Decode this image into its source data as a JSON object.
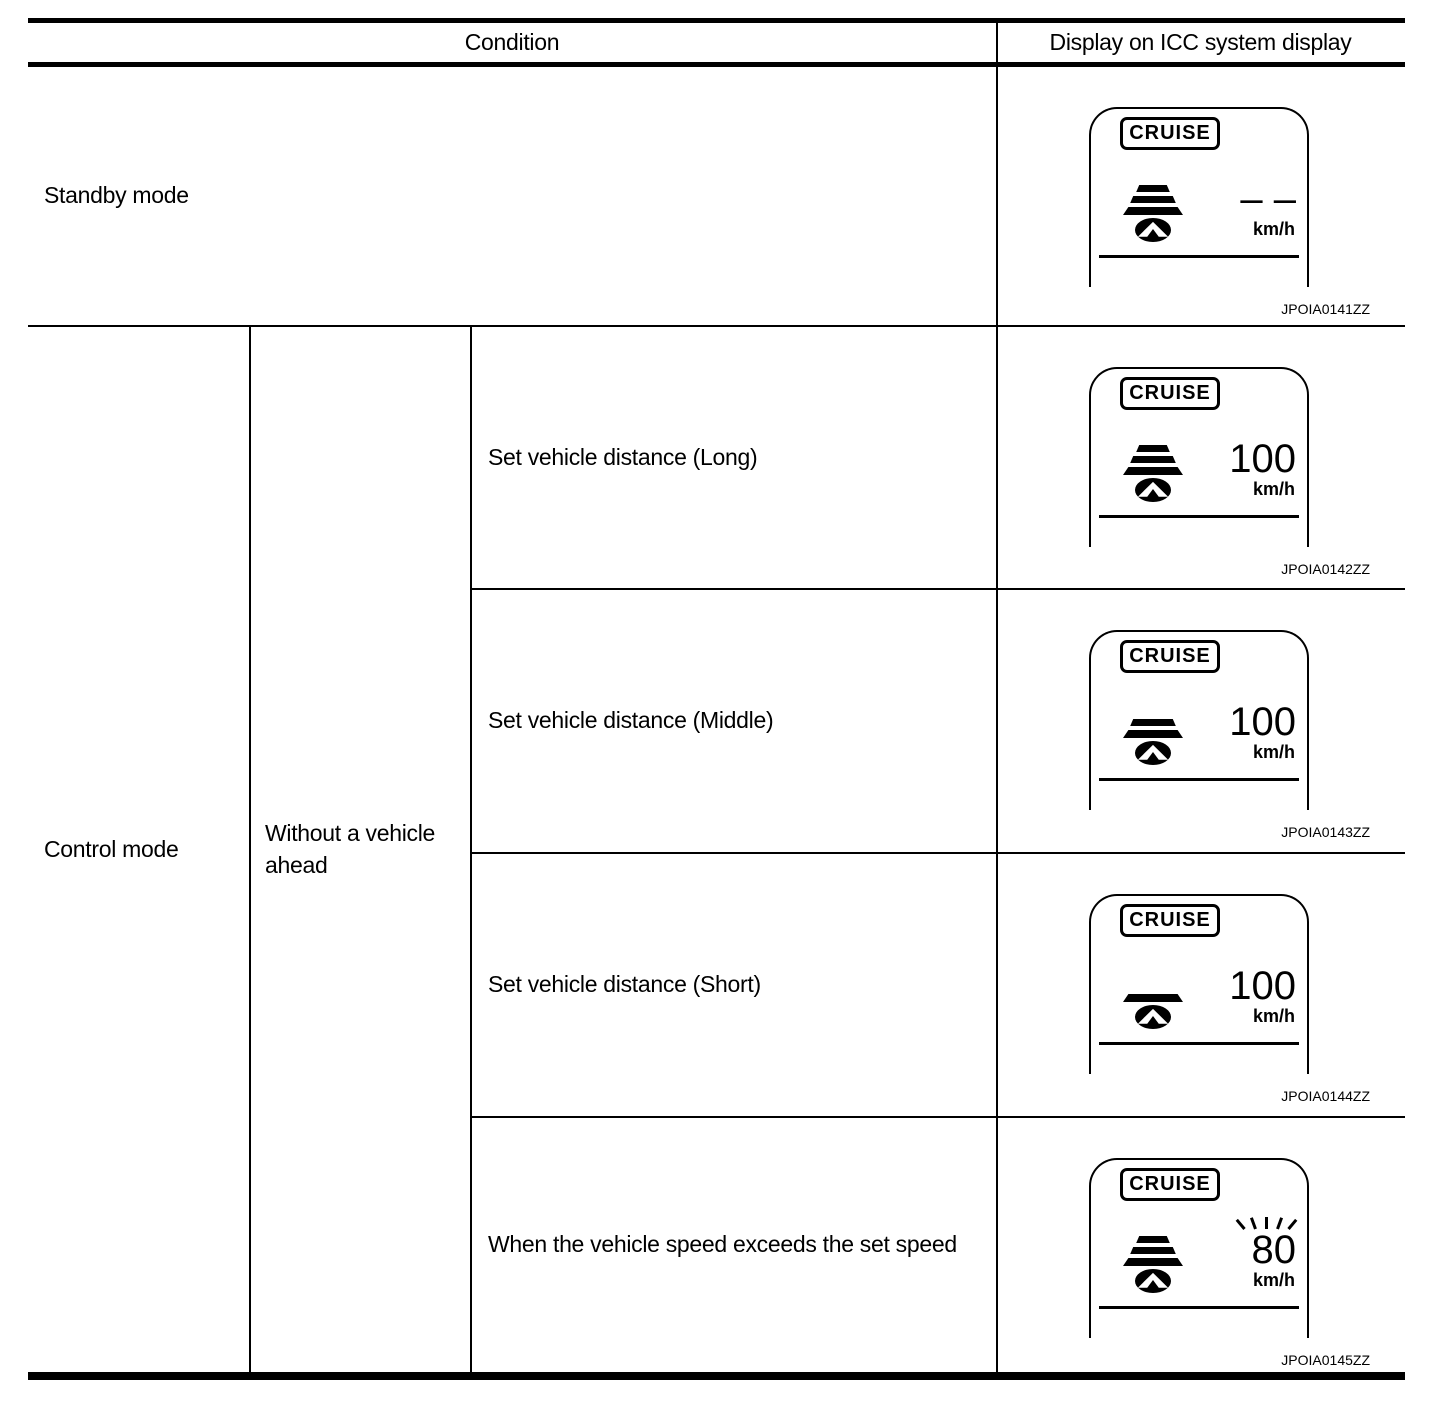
{
  "header": {
    "condition": "Condition",
    "display": "Display on ICC system display"
  },
  "standby_row": {
    "label": "Standby mode",
    "display": {
      "badge": "CRUISE",
      "distance_bars": 3,
      "speed": "– –",
      "unit": "km/h",
      "blink": false,
      "caption": "JPOIA0141ZZ"
    }
  },
  "control_group": {
    "mode_label": "Control mode",
    "condition_label": "Without a vehicle ahead",
    "sub_rows": [
      {
        "label": "Set vehicle distance (Long)",
        "display": {
          "badge": "CRUISE",
          "distance_bars": 3,
          "speed": "100",
          "unit": "km/h",
          "blink": false,
          "caption": "JPOIA0142ZZ"
        }
      },
      {
        "label": "Set vehicle distance (Middle)",
        "display": {
          "badge": "CRUISE",
          "distance_bars": 2,
          "speed": "100",
          "unit": "km/h",
          "blink": false,
          "caption": "JPOIA0143ZZ"
        }
      },
      {
        "label": "Set vehicle distance (Short)",
        "display": {
          "badge": "CRUISE",
          "distance_bars": 1,
          "speed": "100",
          "unit": "km/h",
          "blink": false,
          "caption": "JPOIA0144ZZ"
        }
      },
      {
        "label": "When the vehicle speed exceeds the set speed",
        "display": {
          "badge": "CRUISE",
          "distance_bars": 3,
          "speed": "80",
          "unit": "km/h",
          "blink": true,
          "caption": "JPOIA0145ZZ"
        }
      }
    ]
  }
}
